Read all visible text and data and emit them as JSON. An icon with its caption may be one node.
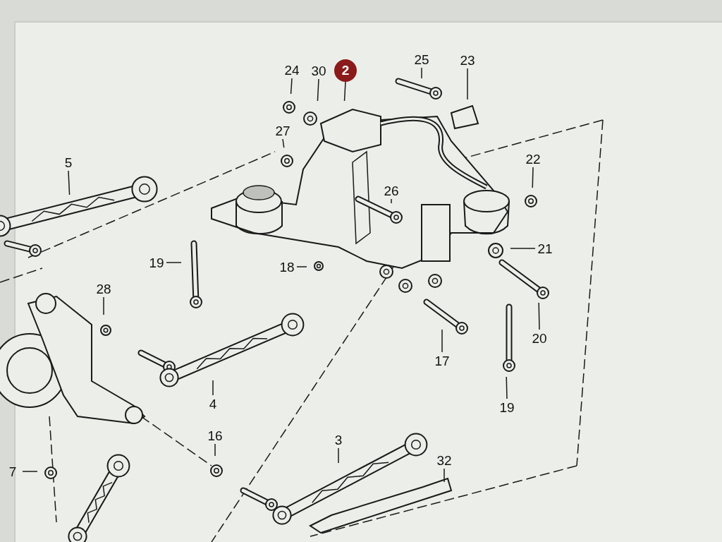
{
  "diagram": {
    "nodes": [
      {
        "text": [
          "24"
        ]
      },
      {
        "text": [
          "30"
        ]
      },
      {
        "text": [
          "2"
        ]
      },
      {
        "text": [
          "25"
        ]
      },
      {
        "text": [
          "23"
        ]
      },
      {
        "text": [
          "27"
        ]
      },
      {
        "text": [
          "5"
        ]
      },
      {
        "text": [
          "22"
        ]
      },
      {
        "text": [
          "26"
        ]
      },
      {
        "text": [
          "21"
        ]
      },
      {
        "text": [
          "19"
        ]
      },
      {
        "text": [
          "18"
        ]
      },
      {
        "text": [
          "28"
        ]
      },
      {
        "text": [
          "20"
        ]
      },
      {
        "text": [
          "17"
        ]
      },
      {
        "text": [
          "4"
        ]
      },
      {
        "text": [
          "19"
        ]
      },
      {
        "text": [
          "16"
        ]
      },
      {
        "text": [
          "3"
        ]
      },
      {
        "text": [
          "32"
        ]
      },
      {
        "text": [
          "7"
        ]
      }
    ],
    "edges": [
      {
        "from": 0,
        "to": null,
        "arrow": "none"
      },
      {
        "from": 1,
        "to": null,
        "arrow": "none"
      },
      {
        "from": 2,
        "to": null,
        "arrow": "none"
      },
      {
        "from": 3,
        "to": null,
        "arrow": "none"
      },
      {
        "from": 4,
        "to": null,
        "arrow": "none"
      },
      {
        "from": 5,
        "to": null,
        "arrow": "none"
      },
      {
        "from": 6,
        "to": null,
        "arrow": "none"
      },
      {
        "from": 7,
        "to": null,
        "arrow": "none"
      },
      {
        "from": 8,
        "to": null,
        "arrow": "none"
      },
      {
        "from": 9,
        "to": null,
        "arrow": "none"
      },
      {
        "from": 10,
        "to": null,
        "arrow": "none"
      },
      {
        "from": 11,
        "to": null,
        "arrow": "none"
      },
      {
        "from": 12,
        "to": null,
        "arrow": "none"
      },
      {
        "from": 13,
        "to": null,
        "arrow": "none"
      },
      {
        "from": 14,
        "to": null,
        "arrow": "none"
      },
      {
        "from": 15,
        "to": null,
        "arrow": "none"
      },
      {
        "from": 16,
        "to": null,
        "arrow": "none"
      },
      {
        "from": 17,
        "to": null,
        "arrow": "none"
      },
      {
        "from": 18,
        "to": null,
        "arrow": "none"
      },
      {
        "from": 19,
        "to": null,
        "arrow": "none"
      },
      {
        "from": 20,
        "to": null,
        "arrow": "none"
      }
    ]
  }
}
